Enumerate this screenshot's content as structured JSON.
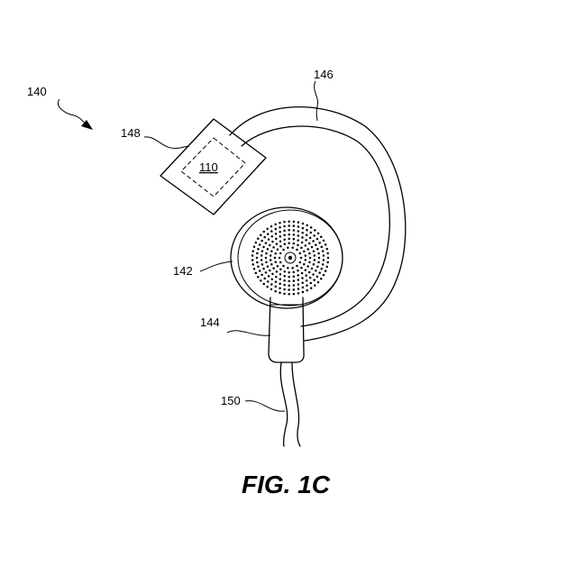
{
  "figure": {
    "caption": "FIG. 1C",
    "labels": {
      "device": "140",
      "hook": "146",
      "module": "148",
      "module_inner": "110",
      "earbud": "142",
      "stem": "144",
      "cable": "150"
    }
  }
}
